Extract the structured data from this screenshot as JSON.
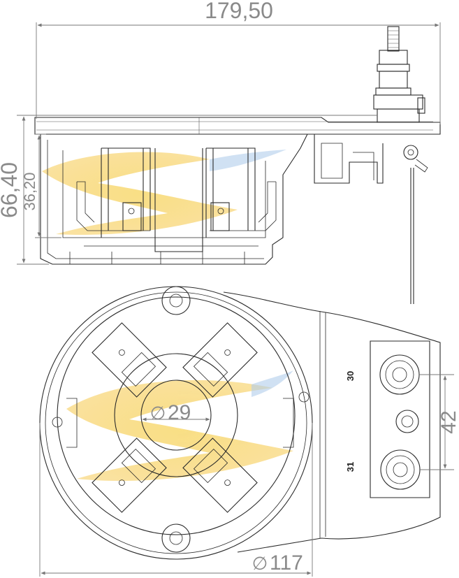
{
  "dimensions": {
    "overall_length": "179,50",
    "overall_height": "66,40",
    "body_height": "36,20",
    "terminal_spacing": "42",
    "center_bore": "29",
    "body_diameter": "117",
    "diameter_symbol": "∅"
  },
  "terminals": {
    "upper": "30",
    "lower": "31"
  },
  "watermark": {
    "colors": [
      "#f5c542",
      "#9fc2e8"
    ]
  }
}
